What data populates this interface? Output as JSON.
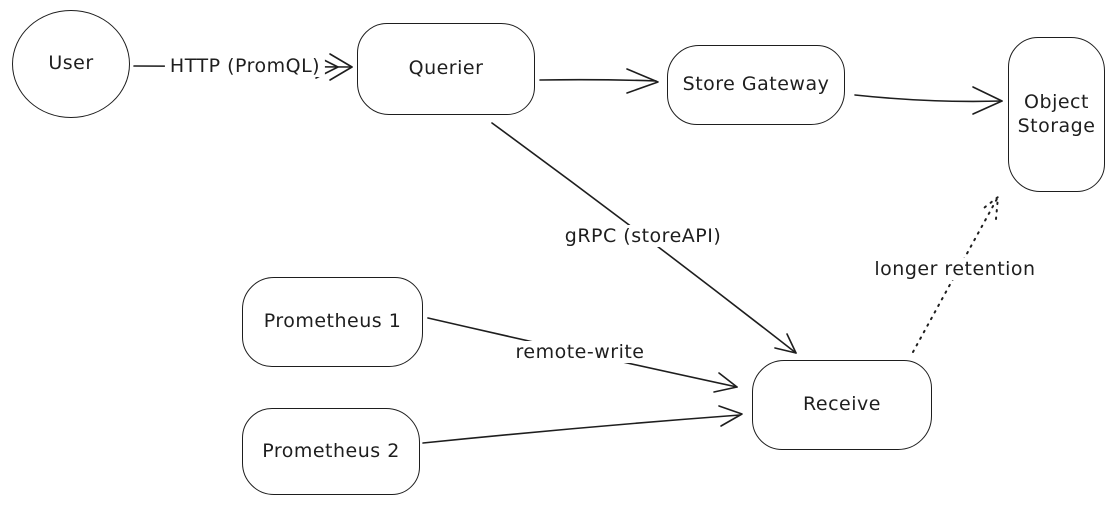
{
  "diagram": {
    "style": "hand-drawn",
    "colors": {
      "stroke": "#1e1e1e",
      "background": "#ffffff"
    },
    "nodes": [
      {
        "id": "user",
        "label": "User",
        "shape": "ellipse"
      },
      {
        "id": "querier",
        "label": "Querier",
        "shape": "rounded-rect"
      },
      {
        "id": "store-gateway",
        "label": "Store Gateway",
        "shape": "rounded-rect"
      },
      {
        "id": "object-storage",
        "label": "Object Storage",
        "shape": "rounded-rect"
      },
      {
        "id": "prometheus-1",
        "label": "Prometheus 1",
        "shape": "rounded-rect"
      },
      {
        "id": "prometheus-2",
        "label": "Prometheus 2",
        "shape": "rounded-rect"
      },
      {
        "id": "receive",
        "label": "Receive",
        "shape": "rounded-rect"
      }
    ],
    "edges": [
      {
        "from": "user",
        "to": "querier",
        "label": "HTTP (PromQL)",
        "style": "solid"
      },
      {
        "from": "querier",
        "to": "store-gateway",
        "label": "",
        "style": "solid"
      },
      {
        "from": "store-gateway",
        "to": "object-storage",
        "label": "",
        "style": "solid"
      },
      {
        "from": "querier",
        "to": "receive",
        "label": "gRPC (storeAPI)",
        "style": "solid"
      },
      {
        "from": "prometheus-1",
        "to": "receive",
        "label": "remote-write",
        "style": "solid"
      },
      {
        "from": "prometheus-2",
        "to": "receive",
        "label": "",
        "style": "solid"
      },
      {
        "from": "receive",
        "to": "object-storage",
        "label": "longer retention",
        "style": "dotted"
      }
    ]
  }
}
